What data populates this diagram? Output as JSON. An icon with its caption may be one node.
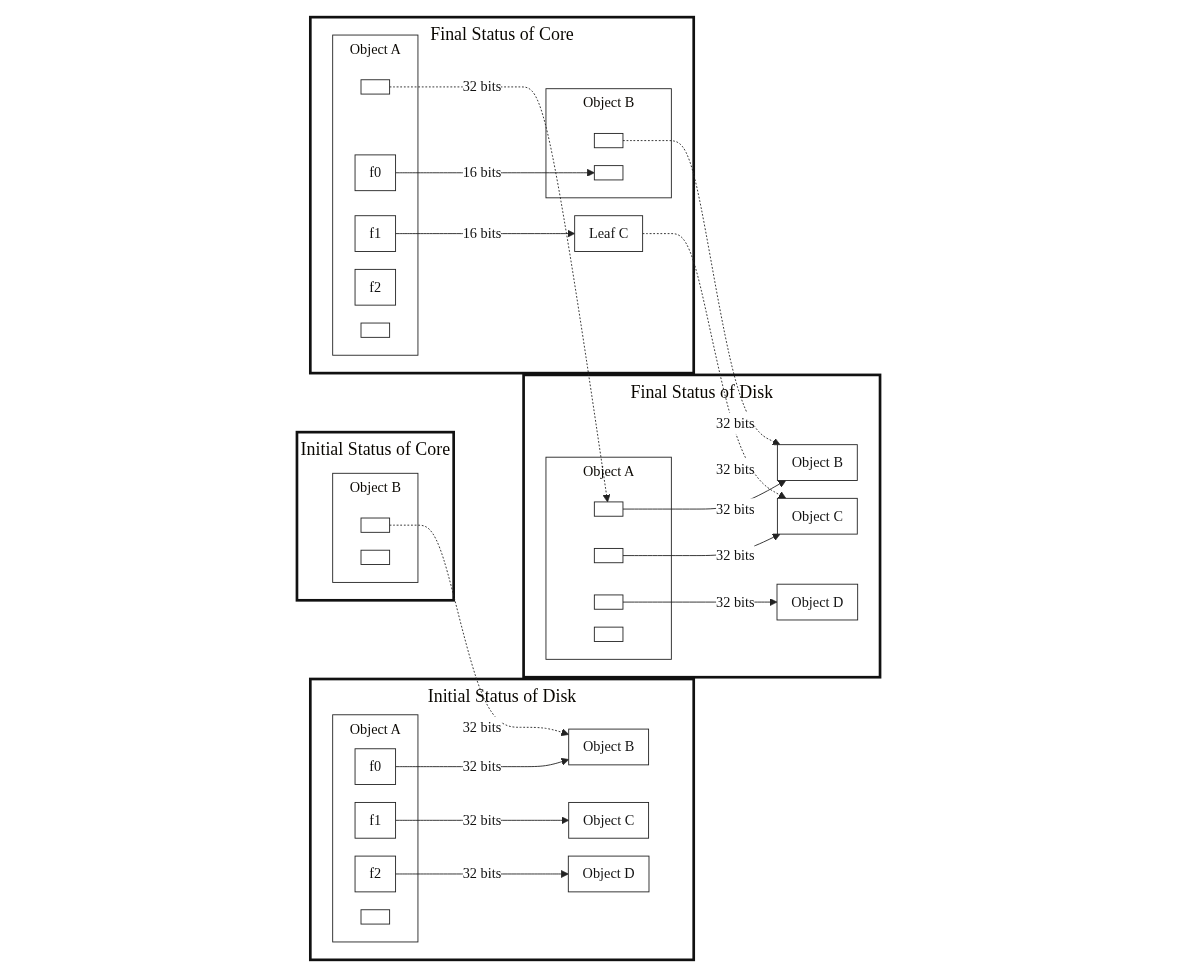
{
  "diagram": {
    "nodes": [
      {
        "text": [
          "Initial Status of Disk"
        ]
      },
      {
        "text": [
          "Object A"
        ],
        "in": 0
      },
      {
        "text": [
          "f0"
        ],
        "in": 1
      },
      {
        "text": [
          "f1"
        ],
        "in": 1
      },
      {
        "text": [
          "f2"
        ],
        "in": 1
      },
      {
        "text": [],
        "shape": "box",
        "in": 1
      },
      {
        "text": [
          "Object B"
        ],
        "in": 0
      },
      {
        "text": [
          "Object C"
        ],
        "in": 0
      },
      {
        "text": [
          "Object D"
        ],
        "in": 0
      },
      {
        "text": [
          "Initial Status of Core"
        ]
      },
      {
        "text": [
          "Object B"
        ],
        "in": 9
      },
      {
        "text": [],
        "shape": "box",
        "in": 10
      },
      {
        "text": [],
        "shape": "box",
        "in": 10
      },
      {
        "text": [
          "Final Status of Disk"
        ]
      },
      {
        "text": [
          "Object A"
        ],
        "in": 13
      },
      {
        "text": [],
        "shape": "box",
        "in": 14
      },
      {
        "text": [],
        "shape": "box",
        "in": 14
      },
      {
        "text": [],
        "shape": "box",
        "in": 14
      },
      {
        "text": [],
        "shape": "box",
        "in": 14
      },
      {
        "text": [
          "Object B"
        ],
        "in": 13
      },
      {
        "text": [
          "Object C"
        ],
        "in": 13
      },
      {
        "text": [
          "Object D"
        ],
        "in": 13
      },
      {
        "text": [
          "Final Status of Core"
        ]
      },
      {
        "text": [
          "Object B"
        ],
        "in": 22
      },
      {
        "text": [],
        "shape": "box",
        "in": 23
      },
      {
        "text": [],
        "shape": "box",
        "in": 23
      },
      {
        "text": [
          "Leaf C"
        ],
        "in": 22
      },
      {
        "text": [
          "Object A"
        ],
        "in": 22
      },
      {
        "text": [],
        "shape": "box",
        "in": 27
      },
      {
        "text": [
          "f0"
        ],
        "in": 27
      },
      {
        "text": [
          "f1"
        ],
        "in": 27
      },
      {
        "text": [
          "f2"
        ],
        "in": 27
      },
      {
        "text": [],
        "shape": "box",
        "in": 27
      }
    ],
    "edges": [
      {
        "from": 2,
        "to": 6,
        "arrow": "to",
        "label": "32 bits"
      },
      {
        "from": 3,
        "to": 7,
        "arrow": "to",
        "label": "32 bits"
      },
      {
        "from": 4,
        "to": 8,
        "arrow": "to",
        "label": "32 bits"
      },
      {
        "from": 11,
        "to": 6,
        "arrow": "to",
        "label": "32 bits",
        "style": "dashed"
      },
      {
        "from": 28,
        "to": 15,
        "arrow": "to",
        "label": "32 bits",
        "style": "dashed"
      },
      {
        "from": 15,
        "to": 19,
        "arrow": "to",
        "label": "32 bits"
      },
      {
        "from": 16,
        "to": 20,
        "arrow": "to",
        "label": "32 bits"
      },
      {
        "from": 17,
        "to": 21,
        "arrow": "to",
        "label": "32 bits"
      },
      {
        "from": 24,
        "to": 19,
        "arrow": "to",
        "label": "32 bits",
        "style": "dashed"
      },
      {
        "from": 29,
        "to": 25,
        "arrow": "to",
        "label": "16 bits"
      },
      {
        "from": 30,
        "to": 26,
        "arrow": "to",
        "label": "16 bits"
      },
      {
        "from": 26,
        "to": 20,
        "arrow": "to",
        "label": "32 bits",
        "style": "dashed"
      }
    ]
  }
}
